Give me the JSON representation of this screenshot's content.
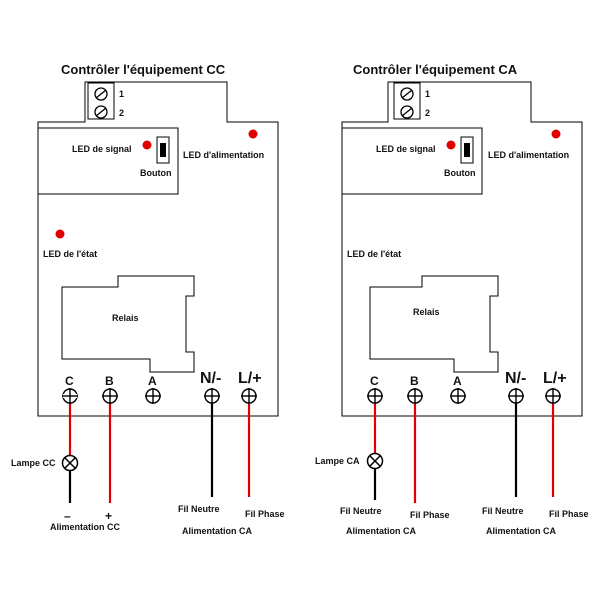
{
  "colors": {
    "led": "#e00000",
    "wire_red": "#e00000",
    "wire_black": "#000000",
    "outline": "#000000"
  },
  "left": {
    "title": "Contrôler l'équipement CC",
    "connector_pins": [
      "1",
      "2"
    ],
    "led_signal": "LED de signal",
    "bouton": "Bouton",
    "led_power": "LED d'alimentation",
    "led_state": "LED de l'état",
    "relais": "Relais",
    "terminals": [
      "C",
      "B",
      "A"
    ],
    "power_terminals": [
      "N/-",
      "L/+"
    ],
    "lamp": "Lampe CC",
    "minus": "–",
    "plus": "+",
    "supply_dc": "Alimentation CC",
    "neutral": "Fil Neutre",
    "phase": "Fil Phase",
    "supply_ac": "Alimentation CA"
  },
  "right": {
    "title": "Contrôler l'équipement CA",
    "connector_pins": [
      "1",
      "2"
    ],
    "led_signal": "LED de signal",
    "bouton": "Bouton",
    "led_power": "LED d'alimentation",
    "led_state": "LED de l'état",
    "relais": "Relais",
    "terminals": [
      "C",
      "B",
      "A"
    ],
    "power_terminals": [
      "N/-",
      "L/+"
    ],
    "lamp": "Lampe CA",
    "neutral_lamp": "Fil Neutre",
    "phase_lamp": "Fil Phase",
    "supply_lamp": "Alimentation CA",
    "neutral": "Fil Neutre",
    "phase": "Fil Phase",
    "supply_ac": "Alimentation CA"
  }
}
